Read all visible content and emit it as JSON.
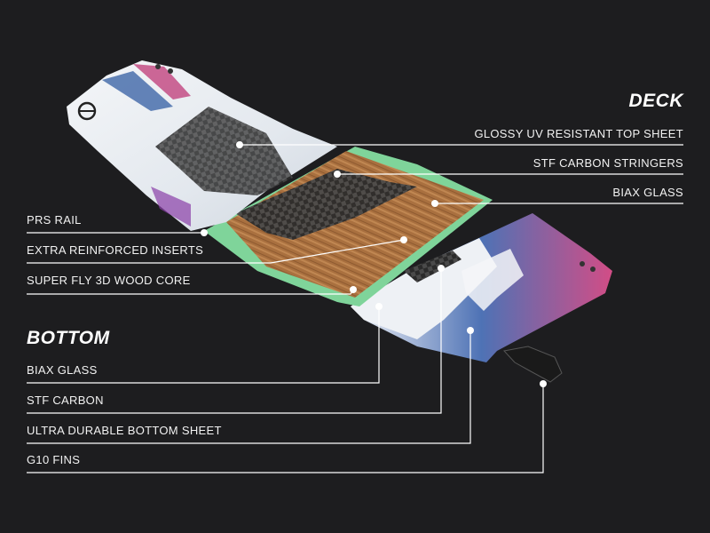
{
  "deck": {
    "heading": "DECK",
    "labels": [
      "GLOSSY UV RESISTANT TOP SHEET",
      "STF CARBON STRINGERS",
      "BIAX GLASS"
    ]
  },
  "side": {
    "labels": [
      "PRS RAIL",
      "EXTRA REINFORCED INSERTS",
      "SUPER FLY 3D WOOD CORE"
    ]
  },
  "bottom": {
    "heading": "BOTTOM",
    "labels": [
      "BIAX GLASS",
      "STF CARBON",
      "ULTRA DURABLE BOTTOM SHEET",
      "G10 FINS"
    ]
  },
  "colors": {
    "background": "#1d1d1f",
    "line": "#ffffff",
    "wood": "#a9703f",
    "carbon": "#2a2a2a",
    "rail": "#7fd49a",
    "topsheet": "#e9edf2",
    "accent_blue": "#3f66a8",
    "accent_pink": "#c2447e"
  }
}
